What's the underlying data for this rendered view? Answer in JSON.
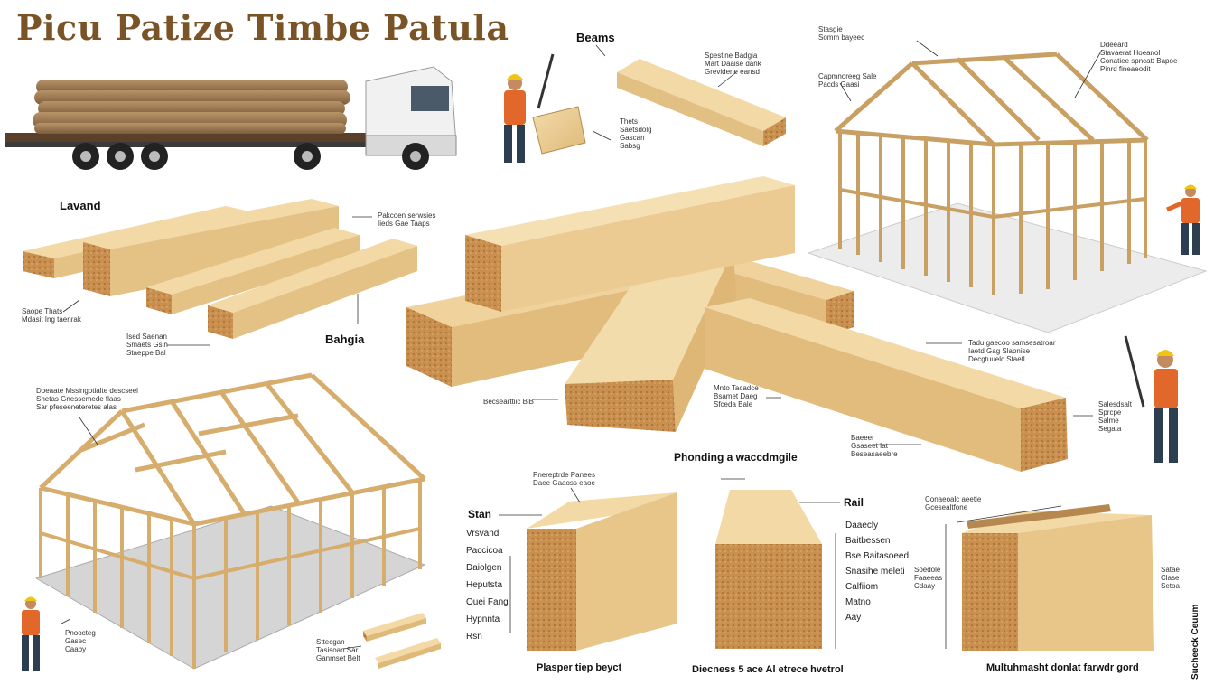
{
  "title": "Picu Patize Timbe Patula",
  "labels": {
    "beams": "Beams",
    "lavand": "Lavand",
    "bahgia": "Bahgia",
    "phonding": "Phonding a waccdmgile",
    "stan": "Stan",
    "rail": "Rail",
    "plasper": "Plasper tiep beyct",
    "diecness": "Diecness 5 ace Al etrece hvetrol",
    "multu": "Multuhmasht donlat farwdr gord",
    "side_vertical": "Sucheeck Ceuum"
  },
  "notes": {
    "beam_top": [
      "Spestine Badgia",
      "Mart Daaise dank",
      "Grevidene eansd"
    ],
    "worker_top": [
      "Thets",
      "Saetsdolg",
      "Gascan",
      "Sabsg"
    ],
    "lumber_right": [
      "Pakcoen serwsies",
      "Iieds Gae Taaps"
    ],
    "lumber_left": [
      "Saope Thats",
      "Mdasit Ing taenrak"
    ],
    "lumber_bottom": [
      "Ised Saenan",
      "Smaets Gsin",
      "Staeppe Bal"
    ],
    "house_top_left": [
      "Stasgie",
      "Somm bayeec"
    ],
    "house_top_left2": [
      "Capmnoreeg Sale",
      "Pacds Gaasi"
    ],
    "house_top_right": [
      "Ddeeard",
      "Stavaerat Hoeanol",
      "Conatiee spncatt Bapoe",
      "Pinrd fineaeodit"
    ],
    "center_right": [
      "Tadu gaecoo samsesatroar",
      "Iaetd Gag Slapnise",
      "Decgtuuelc Staetl"
    ],
    "center_mid": [
      "Mnto Tacadce",
      "Bsamet Daeg",
      "Sfceda Bale"
    ],
    "center_left": [
      "Becsearttiic BiB"
    ],
    "center_bottom": [
      "Baeeer",
      "Gsaseet Iat",
      "Beseasaeebre"
    ],
    "right_worker": [
      "Salesdsalt",
      "Sprcpe",
      "Salme",
      "Segata"
    ],
    "bottom_house": [
      "Doeaate Mssingotialte descseel",
      "Shetas Gnessemede flaas",
      "Sar pfeseeneteretes alas"
    ],
    "bottom_worker": [
      "Pnoocteg",
      "Gasec",
      "Caaby"
    ],
    "bottom_planks": [
      "Sttecgan",
      "Tasisoan Sar",
      "Ganmset Belt"
    ],
    "section1": [
      "Pnereptrde Panees",
      "Daee Gaaoss eaoe"
    ],
    "section3": [
      "Conaeoalc aeetie",
      "Gcesealtfone"
    ],
    "section3_left": [
      "Soedole",
      "Faaeeas",
      "Cdaay"
    ],
    "section3_right": [
      "Satae",
      "Clase",
      "Setoa"
    ]
  },
  "stan_list": [
    "Vrsvand",
    "Paccicoa",
    "Daiolgen",
    "Heputsta",
    "Ouei Fang",
    "Hypnnta",
    "Rsn"
  ],
  "rail_list": [
    "Daaecly",
    "Baitbessen",
    "Bse Baitasoeed",
    "Snasihe meleti",
    "Calfiiom",
    "Matno",
    "Aay"
  ],
  "colors": {
    "wood_face": "#e8c68a",
    "wood_top": "#f2d9a6",
    "wood_end": "#c99654",
    "title": "#7a5427",
    "truck_cab": "#f1f1f1",
    "worker_shirt": "#e2672a",
    "helmet": "#f1c40f",
    "ground": "#d8d8d8"
  }
}
